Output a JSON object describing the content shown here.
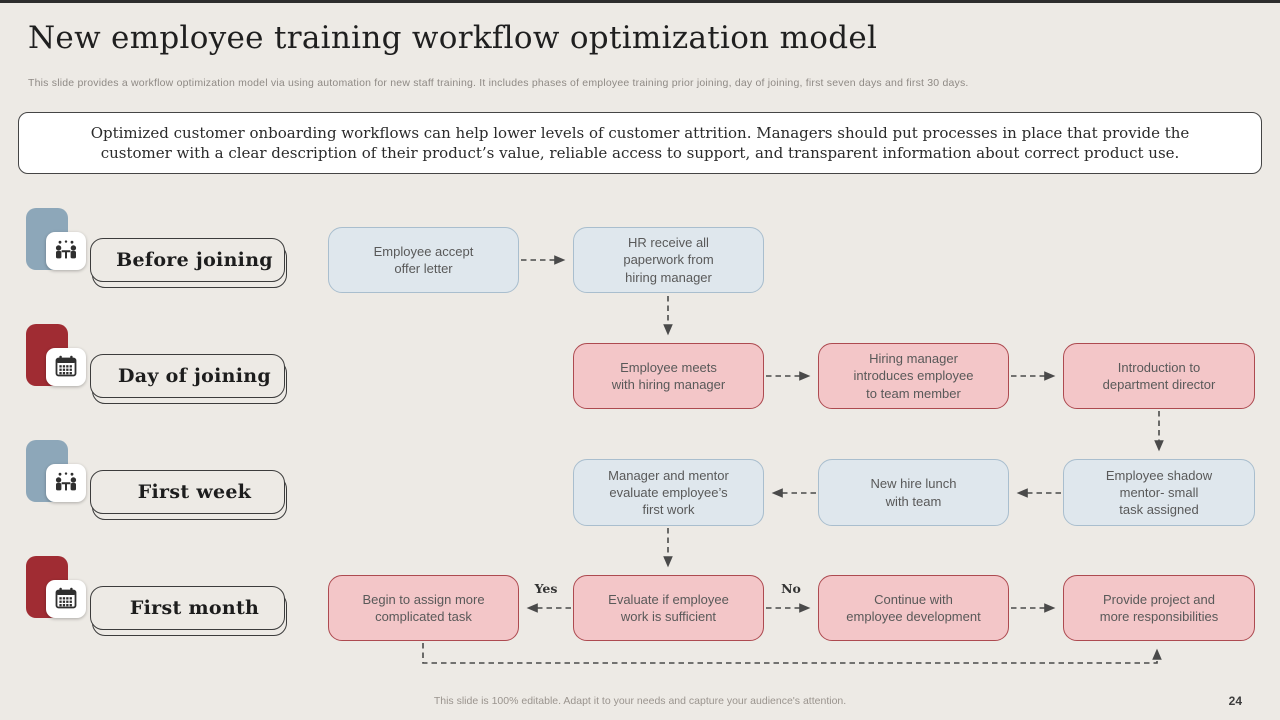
{
  "slide": {
    "title": "New employee training workflow optimization model",
    "subtitle": "This slide provides a workflow optimization model via using automation for new staff training. It includes phases of employee training prior joining, day of joining, first seven days and first 30 days.",
    "callout": "Optimized customer onboarding workflows can help lower levels of customer attrition. Managers should put processes in place that provide the customer with a clear description of their product’s value, reliable access to support, and transparent information about correct product use.",
    "footer_note": "This slide is 100% editable. Adapt it to your needs and capture your audience's attention.",
    "page_number": "24"
  },
  "phases": [
    {
      "label": "Before joining",
      "icon": "meeting-icon",
      "accent": "#8da7b9"
    },
    {
      "label": "Day of joining",
      "icon": "calendar-icon",
      "accent": "#a02c33"
    },
    {
      "label": "First week",
      "icon": "meeting-icon",
      "accent": "#8da7b9"
    },
    {
      "label": "First month",
      "icon": "calendar-icon",
      "accent": "#a02c33"
    }
  ],
  "flow": {
    "yes_label": "Yes",
    "no_label": "No",
    "nodes": [
      {
        "text": "Employee accept\noffer letter",
        "style": "blue",
        "phase": "Before joining"
      },
      {
        "text": "HR receive all\npaperwork from\nhiring manager",
        "style": "blue",
        "phase": "Before joining"
      },
      {
        "text": "Employee meets\nwith hiring manager",
        "style": "pink",
        "phase": "Day of joining"
      },
      {
        "text": "Hiring manager\nintroduces employee\nto team member",
        "style": "pink",
        "phase": "Day of joining"
      },
      {
        "text": "Introduction to\ndepartment director",
        "style": "pink",
        "phase": "Day of joining"
      },
      {
        "text": "Manager and mentor\nevaluate employee’s\nfirst work",
        "style": "blue",
        "phase": "First week"
      },
      {
        "text": "New hire lunch\nwith team",
        "style": "blue",
        "phase": "First week"
      },
      {
        "text": "Employee shadow\nmentor- small\ntask assigned",
        "style": "blue",
        "phase": "First week"
      },
      {
        "text": "Begin to assign more\ncomplicated task",
        "style": "pink",
        "phase": "First month"
      },
      {
        "text": "Evaluate if employee\nwork is sufficient",
        "style": "pink",
        "phase": "First month"
      },
      {
        "text": "Continue with\nemployee development",
        "style": "pink",
        "phase": "First month"
      },
      {
        "text": "Provide project and\nmore responsibilities",
        "style": "pink",
        "phase": "First month"
      }
    ]
  },
  "colors": {
    "background": "#edeae5",
    "blue_node_fill": "#dfe7ed",
    "blue_node_border": "#a9bece",
    "pink_node_fill": "#f3c6c8",
    "pink_node_border": "#ad4a50",
    "accent_blue": "#8da7b9",
    "accent_red": "#a02c33",
    "connector": "#4a4a4a",
    "node_text": "#595959"
  }
}
